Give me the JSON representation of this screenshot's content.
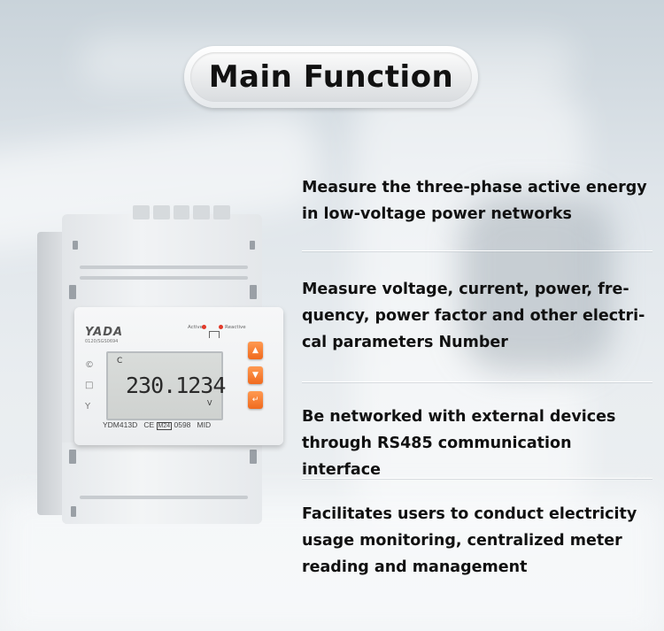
{
  "title": "Main Function",
  "features": [
    "Measure the three-phase active energy in low-voltage power networks",
    "Measure voltage, current, power, fre- quency, power factor and other electri- cal parameters Number",
    "Be networked with external devices through RS485 communication interface",
    "Facilitates users to conduct electricity usage monitoring, centralized meter reading and management"
  ],
  "meter": {
    "brand": "YADA",
    "brand_sub": "0120/SGS0694",
    "led_active": "Active",
    "led_reactive": "Reactive",
    "lcd_prefix": "C",
    "lcd_reading": "230.1234",
    "lcd_unit": "V",
    "model": "YDM413D",
    "ce_mark": "CE",
    "m24": "M24",
    "cert": "0598",
    "mid": "MID"
  },
  "colors": {
    "accent_button": "#f07a2a",
    "led": "#e23a2a",
    "text": "#111111"
  }
}
